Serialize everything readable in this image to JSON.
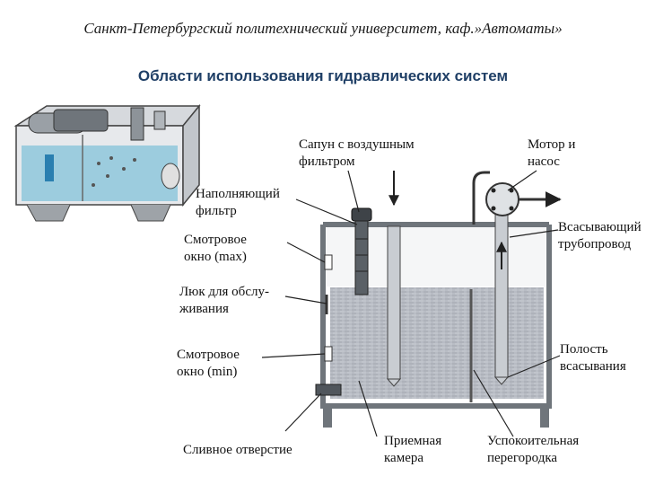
{
  "header": {
    "text": "Санкт-Петербургский политехнический университет, каф.»Автоматы»"
  },
  "title": {
    "text": "Области использования гидравлических систем"
  },
  "labels": {
    "breather": [
      "Сапун с воздушным",
      "фильтром"
    ],
    "motor": [
      "Мотор и",
      "насос"
    ],
    "filler": [
      "Наполняющий",
      "фильтр"
    ],
    "suction_line": [
      "Всасывающий",
      "трубопровод"
    ],
    "sight_max": [
      "Смотровое",
      "окно (max)"
    ],
    "hatch": [
      "Люк для обслу-",
      "живания"
    ],
    "sight_min": [
      "Смотровое",
      "окно (min)"
    ],
    "suction_cavity": [
      "Полость",
      "всасывания"
    ],
    "drain": [
      "Сливное отверстие"
    ],
    "receiving": [
      "Приемная",
      "камера"
    ],
    "baffle": [
      "Успокоительная",
      "перегородка"
    ]
  },
  "colors": {
    "title": "#1f3f66",
    "fluid": "#b8bcc4",
    "tank_body": "#cfd2d6",
    "tank_wall": "#7d8288",
    "small_tank_fluid": "#8ec7dc"
  }
}
